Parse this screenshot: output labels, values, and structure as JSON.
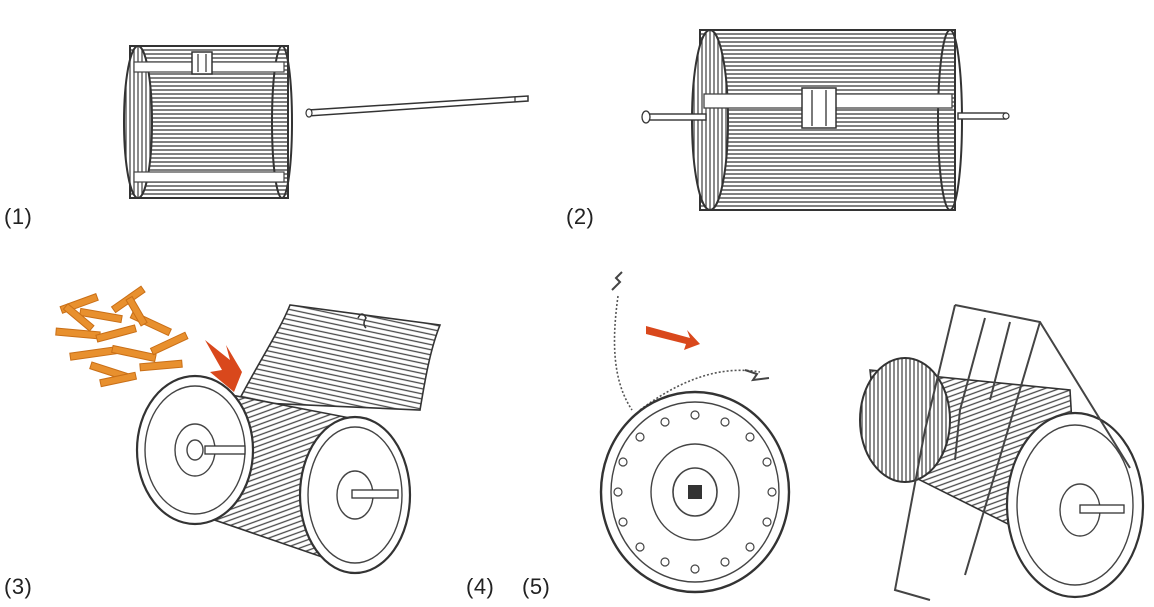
{
  "steps": [
    {
      "label": "(1)"
    },
    {
      "label": "(2)"
    },
    {
      "label": "(3)"
    },
    {
      "label": "(4)"
    },
    {
      "label": "(5)"
    }
  ],
  "colors": {
    "line": "#3a3a3a",
    "mesh": "#555555",
    "arrow": "#d9481c",
    "fries": "#e8902e",
    "fries_dark": "#c96f17"
  },
  "icons": [
    "drum-basket-icon",
    "rod-icon",
    "mesh-lid-icon",
    "french-fries-icon",
    "arrow-icon",
    "spring-clip-icon",
    "handle-frame-icon"
  ]
}
